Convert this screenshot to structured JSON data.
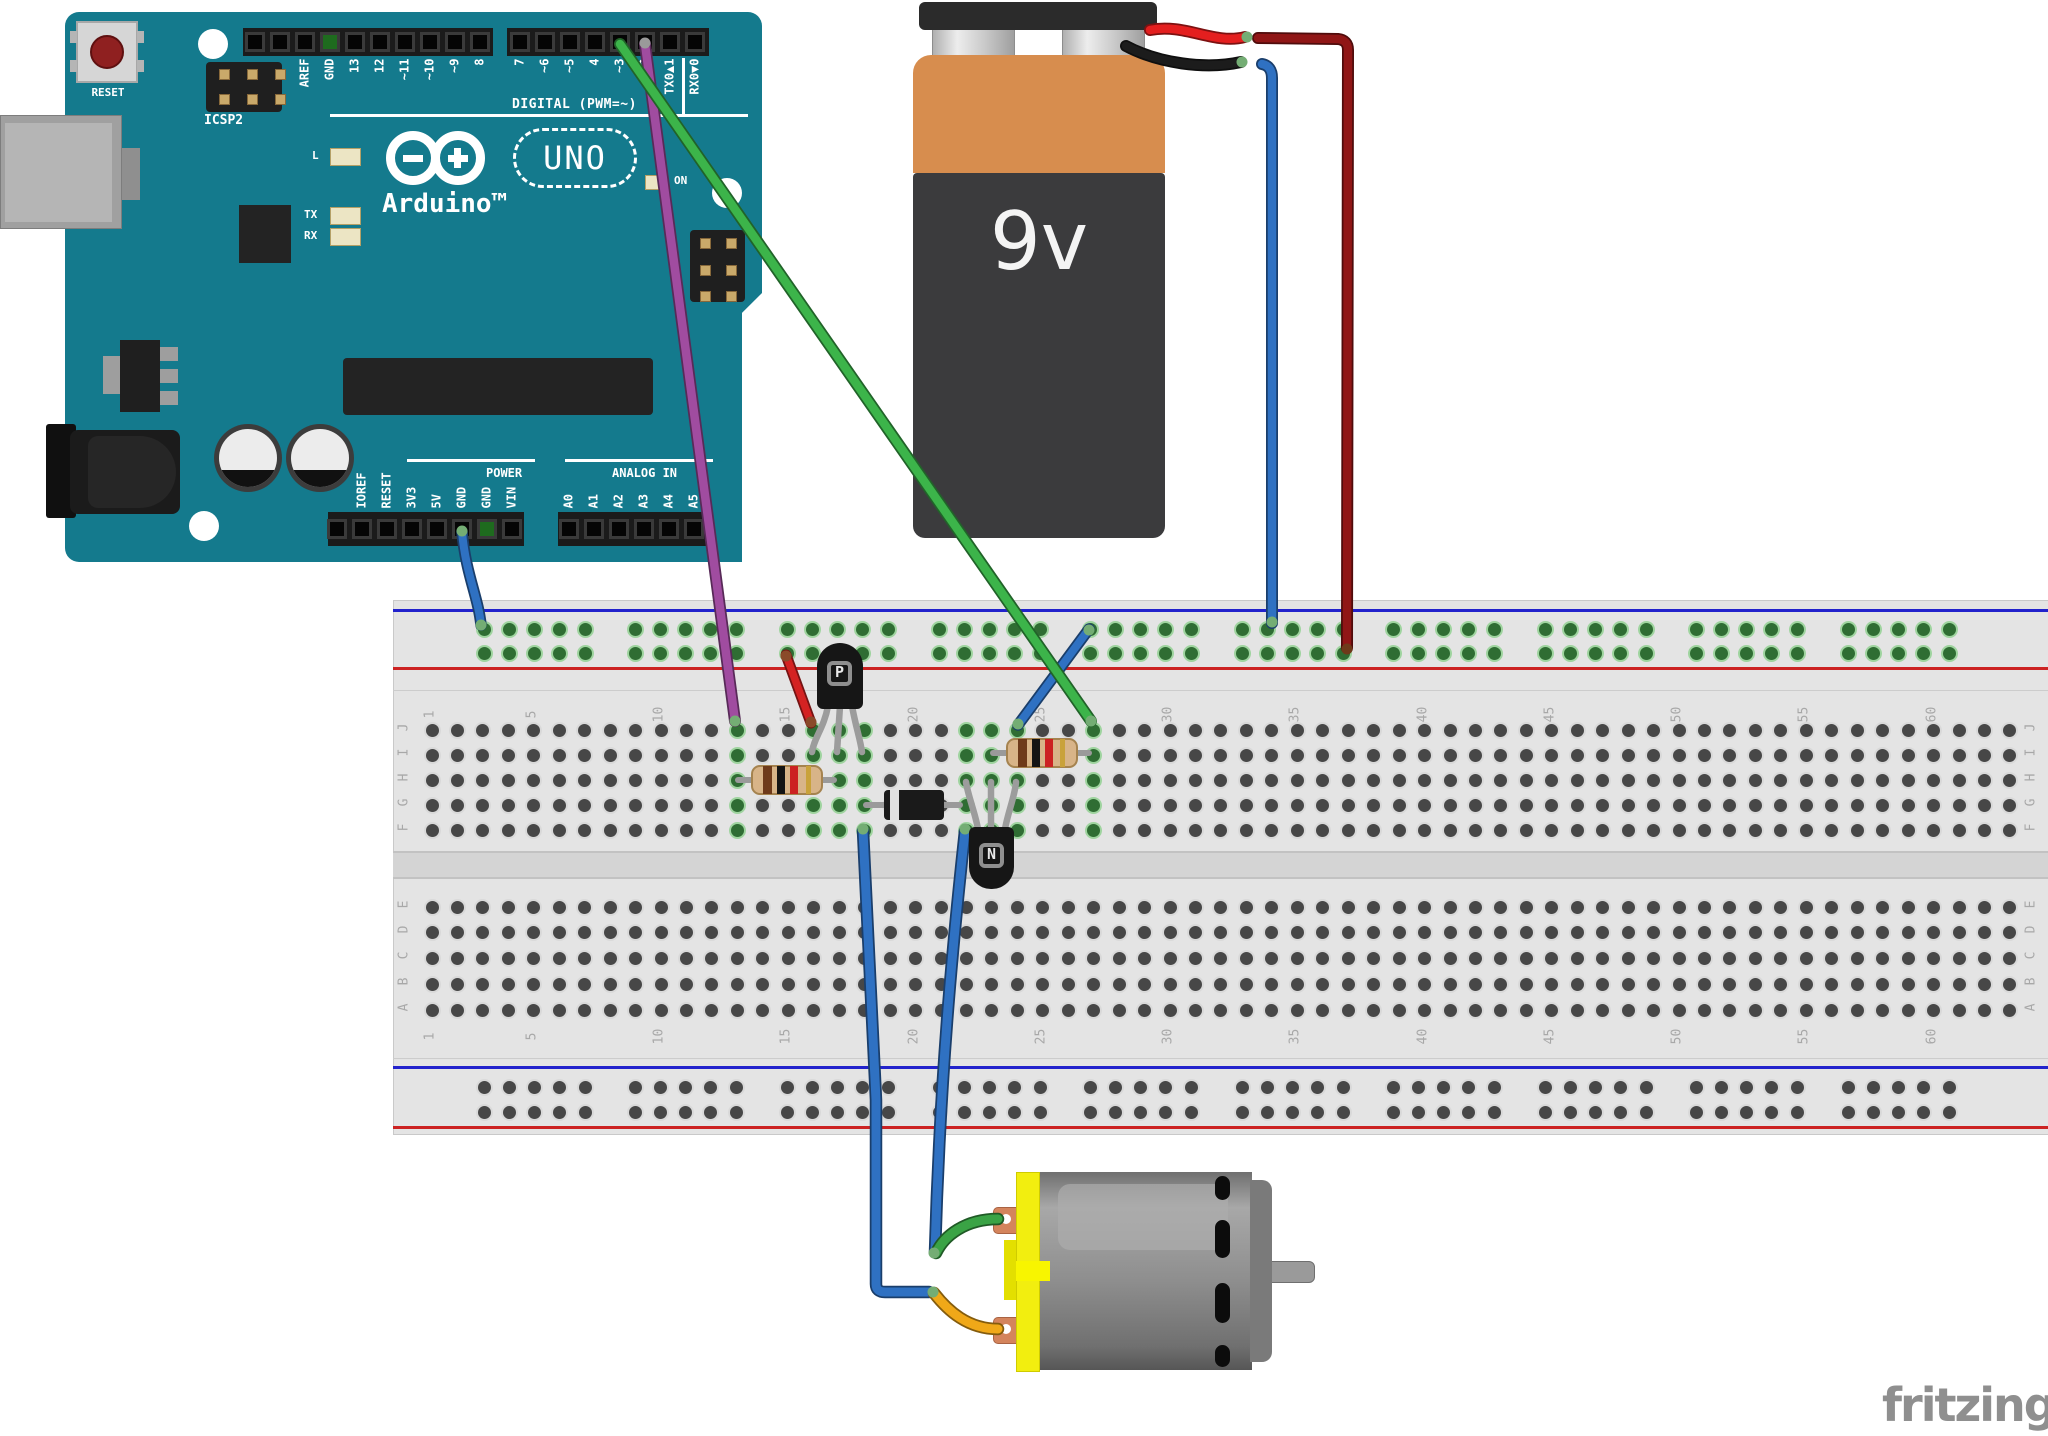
{
  "arduino": {
    "reset_label": "RESET",
    "icsp2_label": "ICSP2",
    "digital_caption": "DIGITAL (PWM=~)",
    "power_label": "POWER",
    "analog_label": "ANALOG IN",
    "on_label": "ON",
    "led_l_label": "L",
    "led_tx_label": "TX",
    "led_rx_label": "RX",
    "brand": "Arduino™",
    "model": "UNO",
    "digital_left_labels": [
      "",
      "",
      "AREF",
      "GND",
      "13",
      "12",
      "~11",
      "~10",
      "~9",
      "8"
    ],
    "digital_right_labels": [
      "7",
      "~6",
      "~5",
      "4",
      "~3",
      "2",
      "TX0▲1",
      "RX0▼0"
    ],
    "power_labels": [
      "",
      "IOREF",
      "RESET",
      "3V3",
      "5V",
      "GND",
      "GND",
      "VIN"
    ],
    "analog_labels": [
      "A0",
      "A1",
      "A2",
      "A3",
      "A4",
      "A5"
    ],
    "board_color": "#147a8d"
  },
  "battery": {
    "label": "9v",
    "body_color": "#3b3b3d",
    "band_color": "#d78d4e"
  },
  "breadboard": {
    "row_letters_top": [
      "J",
      "I",
      "H",
      "G",
      "F"
    ],
    "row_letters_bottom": [
      "E",
      "D",
      "C",
      "B",
      "A"
    ],
    "column_numbers": [
      1,
      5,
      10,
      15,
      20,
      25,
      30,
      35,
      40,
      45,
      50,
      55,
      60
    ],
    "green_columns": [
      13,
      16,
      17,
      18,
      22,
      23,
      24,
      27
    ],
    "rail_neg_color": "#2222cc",
    "rail_pos_color": "#cc2222"
  },
  "components": {
    "transistor_p_label": "P",
    "transistor_n_label": "N",
    "resistor_band_colors": [
      "#6e3a1a",
      "#141414",
      "#cc2222",
      "#c9a23a"
    ],
    "diode_stripe_color": "#e0e0e0"
  },
  "wires": {
    "arduino_gnd": "#2f71c2",
    "pin2_purple": "#a04ca0",
    "pin3_green": "#3cb44a",
    "battery_red": "#e41f1f",
    "battery_dark_red": "#901616",
    "battery_black": "#1c1c1c",
    "battery_blue": "#2f71c2",
    "rail_red_jumper": "#d42222",
    "gnd_blue_jumper": "#2f71c2",
    "motor_blue": "#2f71c2",
    "motor_green": "#3aa345",
    "motor_yellow": "#f0a818"
  },
  "motor": {
    "body_color": "#8e8e8e",
    "cap_color": "#f2ee0f"
  },
  "logo": "fritzing"
}
